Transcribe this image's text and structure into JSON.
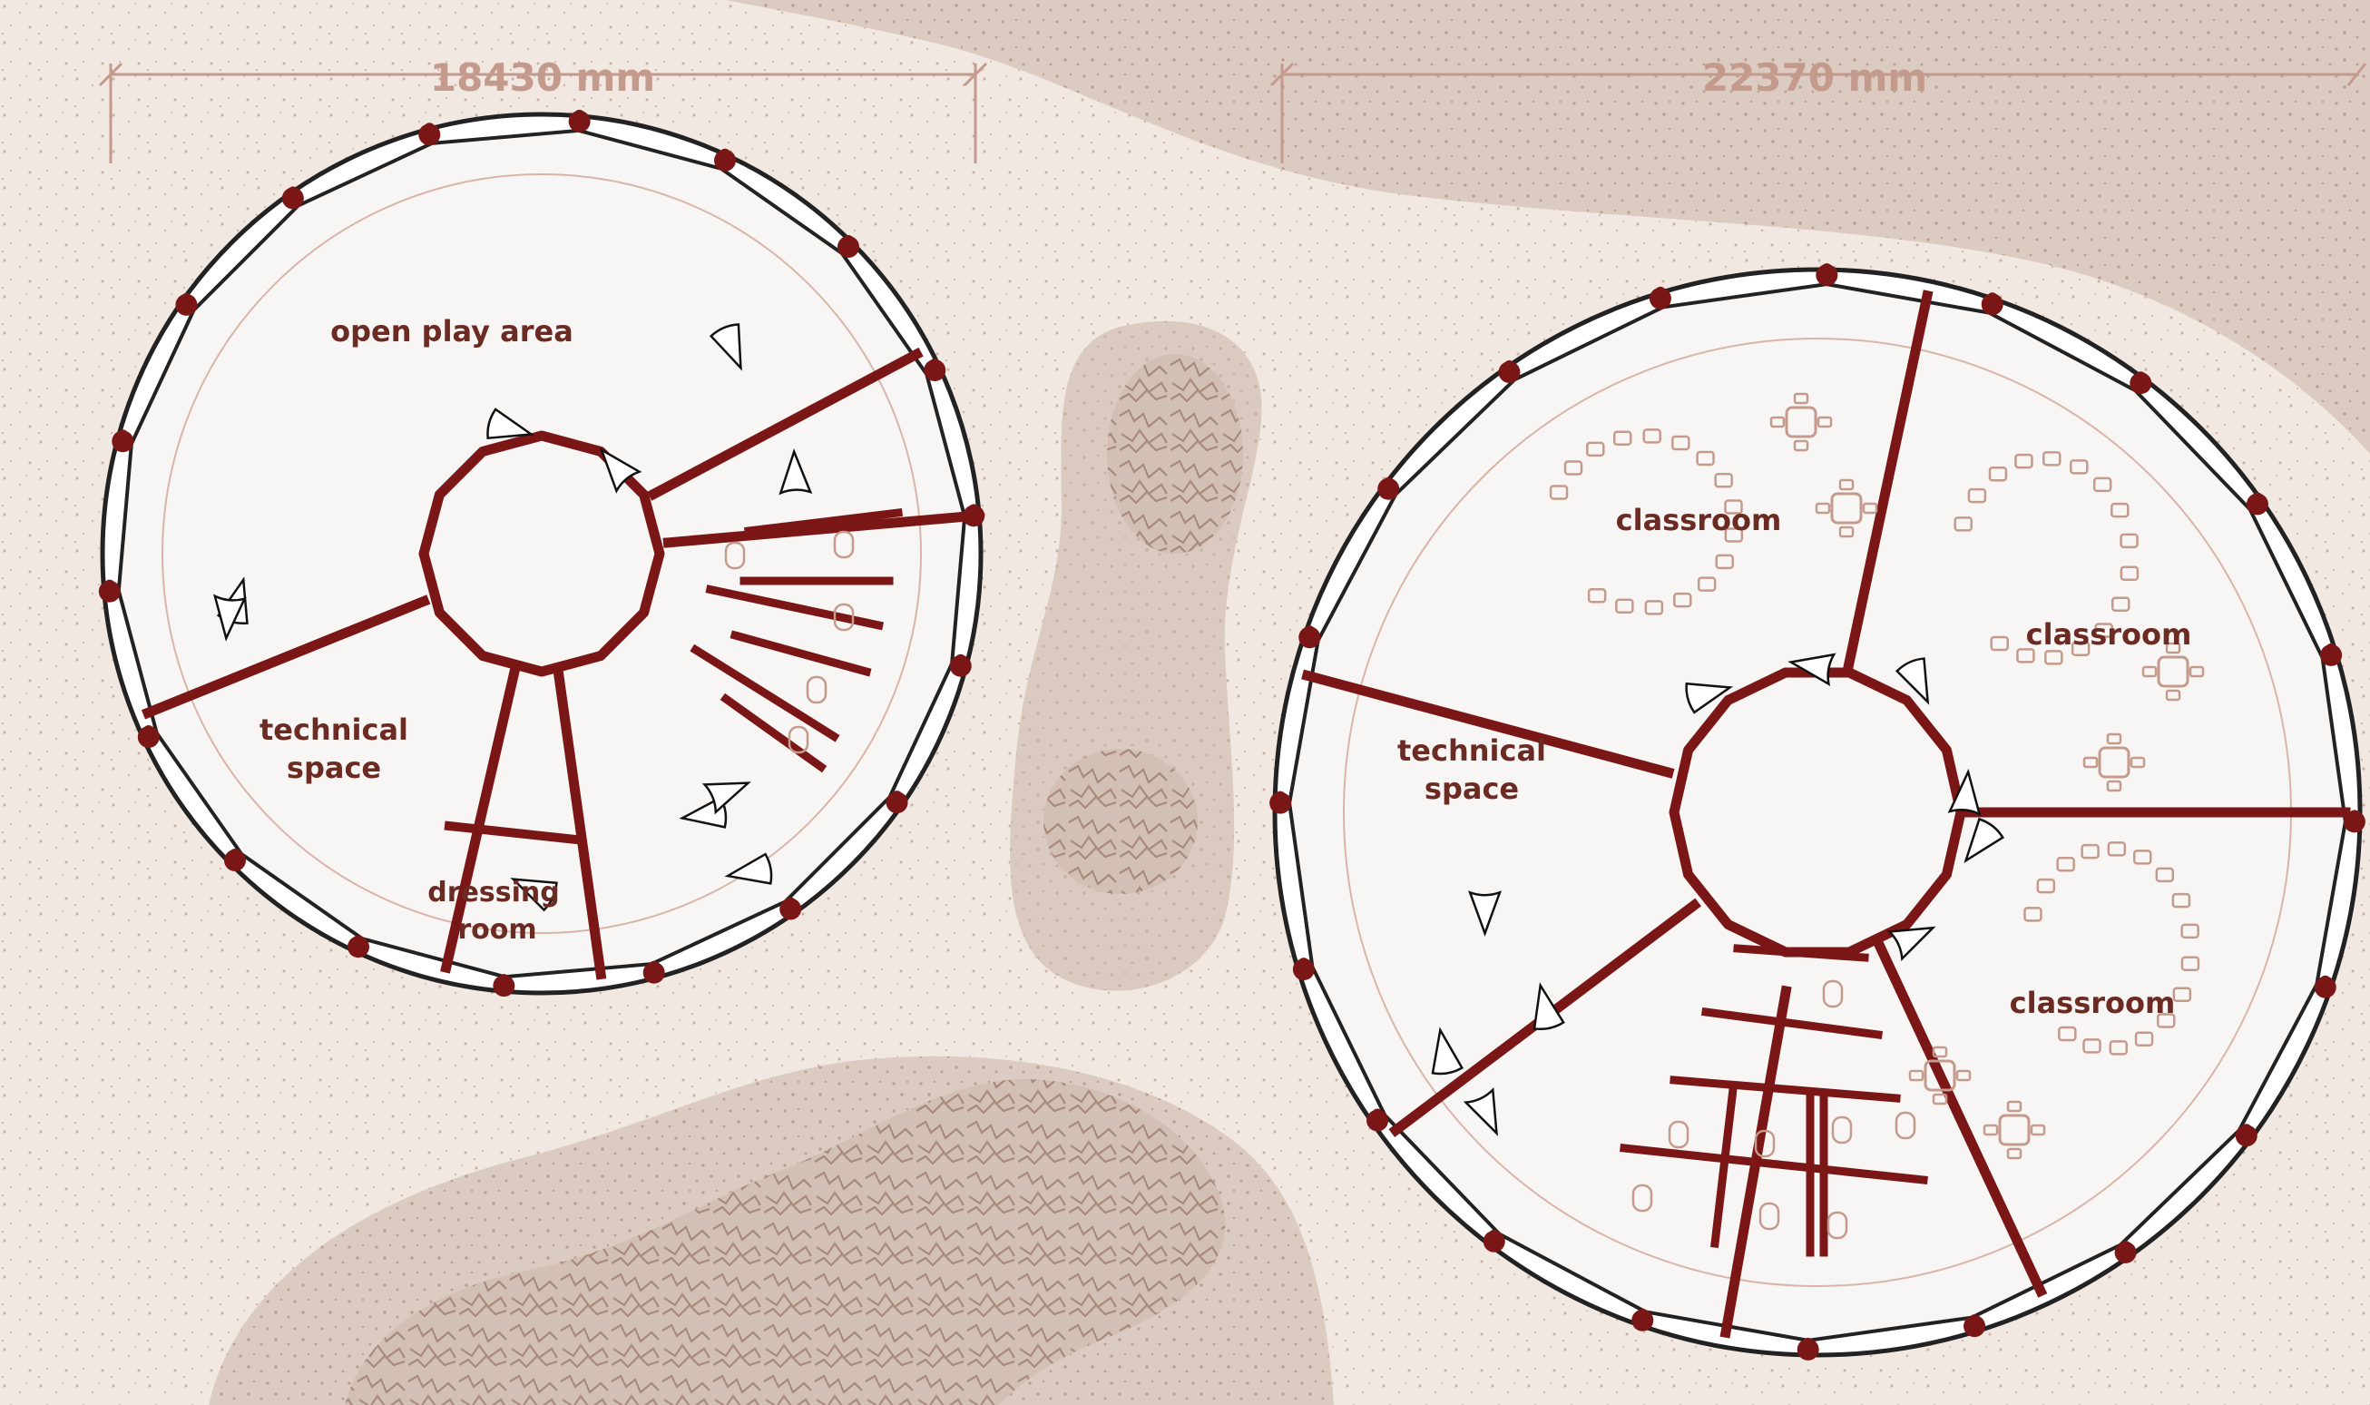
{
  "dimensions": {
    "left": "18430 mm",
    "right": "22370 mm"
  },
  "left_building": {
    "rooms": [
      "open play area",
      "technical",
      "space",
      "dressing",
      "room"
    ]
  },
  "right_building": {
    "rooms": [
      "classroom",
      "classroom",
      "classroom",
      "technical",
      "space"
    ]
  },
  "colors": {
    "ground": "#f1e8e2",
    "sand_dark": "#ddccc1",
    "floor": "#f8f6f5",
    "wall": "#7b1616",
    "text": "#6b2a22",
    "dim": "#c49a8c",
    "vegetation": "#b89e90"
  }
}
